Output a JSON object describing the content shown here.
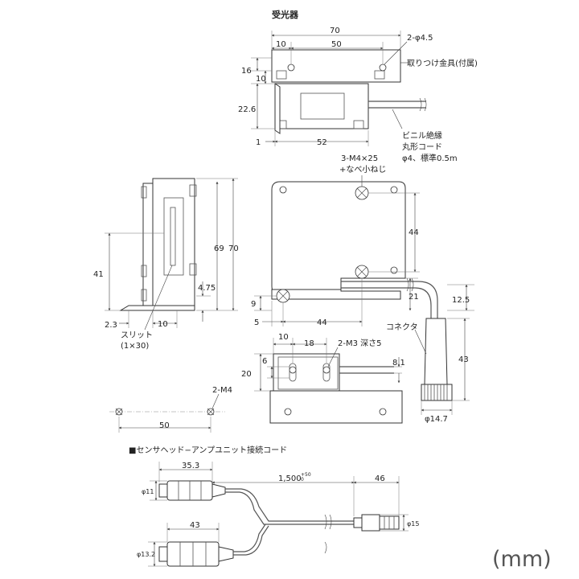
{
  "view_title": "受光器",
  "top_view": {
    "dim_overall": "70",
    "dim_hole_spacing": "50",
    "dim_edge_10": "10",
    "dim_holes_label": "2-φ4.5",
    "dim_16": "16",
    "dim_10b": "10",
    "dim_22_6": "22.6",
    "dim_1": "1",
    "dim_52": "52",
    "bracket_label": "取りつけ金具(付属)",
    "cable_line1": "ビニル絶縁",
    "cable_line2": "丸形コード",
    "cable_line3": "φ4、標準0.5m"
  },
  "side_view": {
    "dim_69": "69",
    "dim_70": "70",
    "dim_41": "41",
    "dim_4_75": "4.75",
    "dim_2_3": "2.3",
    "dim_10": "10",
    "slit_label": "スリット",
    "slit_size": "(1×30)"
  },
  "front_view": {
    "screws_label": "3-M4×25",
    "screws_sub": "+なべ小ねじ",
    "dim_44_vertical": "44",
    "dim_9": "9",
    "dim_5": "5",
    "dim_44": "44",
    "dim_21": "21",
    "dim_12_5": "12.5",
    "connector_label": "コネクタ",
    "dim_43": "43",
    "dim_dia_14_7": "φ14.7"
  },
  "bottom_view": {
    "dim_10": "10",
    "dim_18": "18",
    "m3_label": "2-M3 深さ5",
    "dim_20": "20",
    "dim_6": "6",
    "dim_8_1": "8.1"
  },
  "mounting": {
    "label": "2-M4",
    "dim_50": "50"
  },
  "cord_section": {
    "title": "■センサヘッド−アンプユニット接続コード",
    "dim_35_3": "35.3",
    "dim_1500": "1,500",
    "tolerance": "+50\n0",
    "dim_46": "46",
    "dim_phi11": "φ11",
    "dim_43": "43",
    "dim_phi13_2": "φ13.2",
    "dim_phi15": "φ15"
  },
  "unit_label": "(mm)"
}
